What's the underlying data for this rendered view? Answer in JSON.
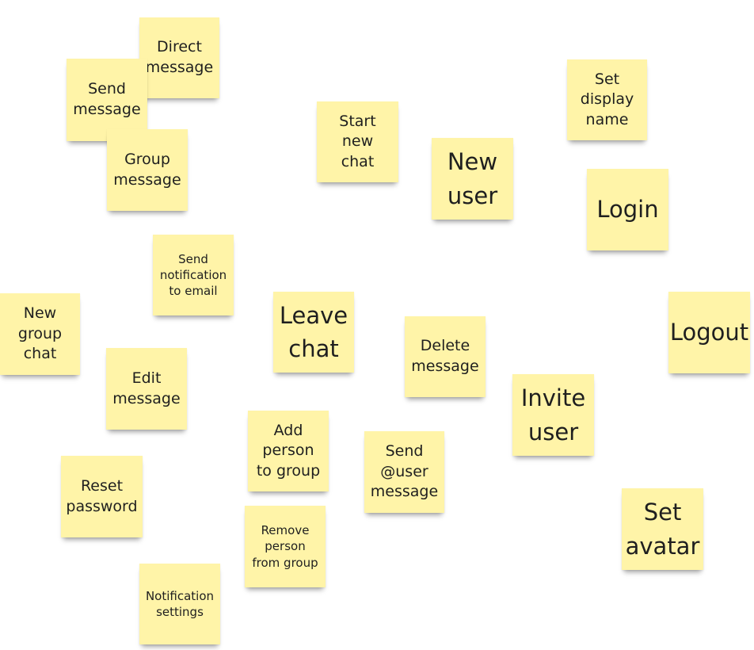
{
  "board": {
    "notes": [
      {
        "id": "direct-message",
        "text": "Direct\nmessage"
      },
      {
        "id": "send-message",
        "text": "Send\nmessage"
      },
      {
        "id": "group-message",
        "text": "Group\nmessage"
      },
      {
        "id": "start-new-chat",
        "text": "Start\nnew\nchat"
      },
      {
        "id": "new-user",
        "text": "New\nuser"
      },
      {
        "id": "set-display-name",
        "text": "Set\ndisplay\nname"
      },
      {
        "id": "login",
        "text": "Login"
      },
      {
        "id": "send-notification-to-email",
        "text": "Send\nnotification\nto email"
      },
      {
        "id": "new-group-chat",
        "text": "New\ngroup\nchat"
      },
      {
        "id": "leave-chat",
        "text": "Leave\nchat"
      },
      {
        "id": "delete-message",
        "text": "Delete\nmessage"
      },
      {
        "id": "logout",
        "text": "Logout"
      },
      {
        "id": "edit-message",
        "text": "Edit\nmessage"
      },
      {
        "id": "invite-user",
        "text": "Invite\nuser"
      },
      {
        "id": "add-person-to-group",
        "text": "Add\nperson\nto group"
      },
      {
        "id": "send-user-message",
        "text": "Send\n@user\nmessage"
      },
      {
        "id": "reset-password",
        "text": "Reset\npassword"
      },
      {
        "id": "set-avatar",
        "text": "Set\navatar"
      },
      {
        "id": "remove-person-from-group",
        "text": "Remove\nperson\nfrom group"
      },
      {
        "id": "notification-settings",
        "text": "Notification\nsettings"
      }
    ],
    "colors": {
      "note": "#fff4a8",
      "text": "#1f1f1f",
      "background": "#ffffff"
    }
  }
}
